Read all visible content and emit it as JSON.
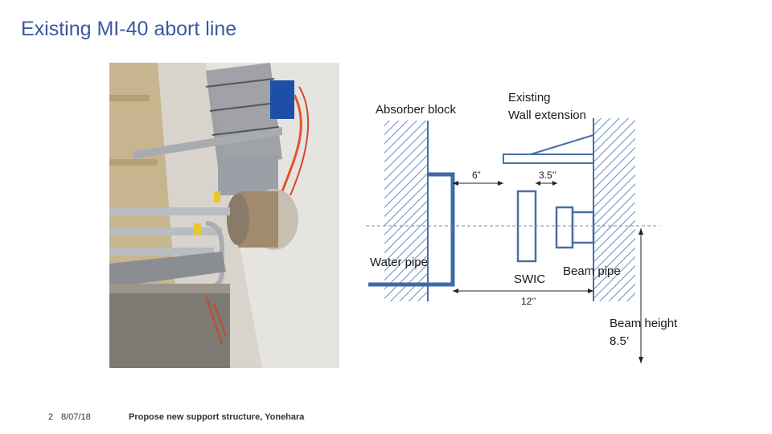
{
  "slide": {
    "title": "Existing MI-40 abort line"
  },
  "diagram": {
    "labels": {
      "absorber_block": "Absorber block",
      "existing_wall_ext_line1": "Existing",
      "existing_wall_ext_line2": "Wall extension",
      "water_pipe": "Water pipe",
      "swic": "SWIC",
      "beam_pipe": "Beam pipe",
      "beam_height_line1": "Beam height",
      "beam_height_line2": "8.5’"
    },
    "dimensions": {
      "gap_absorber_swic": "6”",
      "gap_swic_wall": "3.5’’",
      "width_total": "12’’"
    },
    "colors": {
      "outline": "#4a6fa5",
      "hatch": "#6a8cc0",
      "pipe": "#3f6aa8",
      "dimension": "#222222"
    }
  },
  "footer": {
    "slide_number": "2",
    "date": "8/07/18",
    "caption": "Propose new support structure, Yonehara"
  }
}
